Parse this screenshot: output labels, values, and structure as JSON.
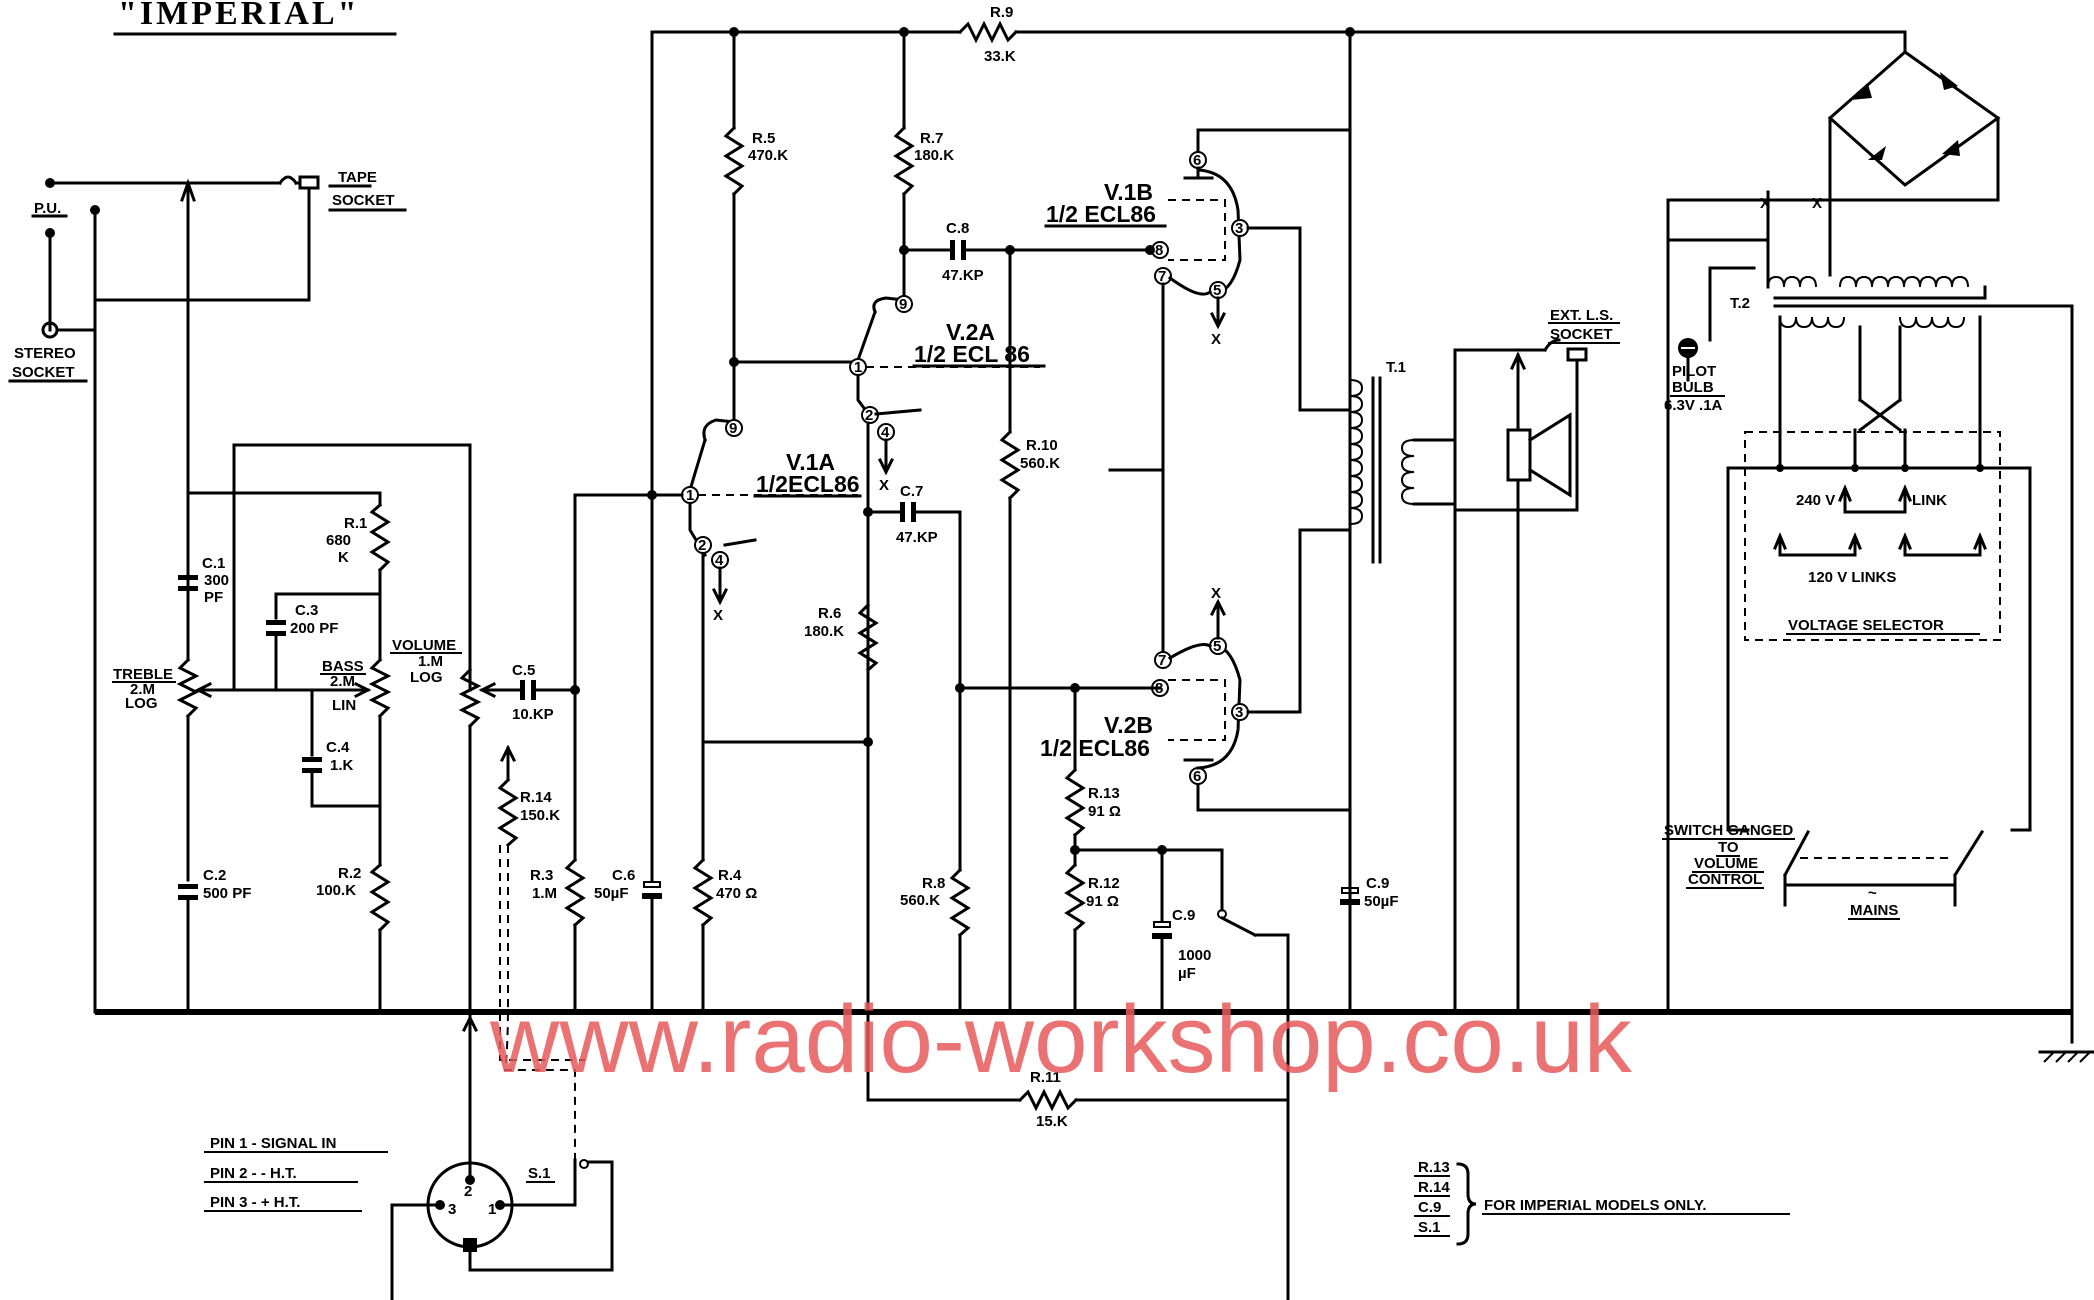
{
  "title": "\"IMPERIAL\"",
  "watermark": "www.radio-workshop.co.uk",
  "inputs": {
    "tape_socket_1": "TAPE",
    "tape_socket_2": "SOCKET",
    "pu": "P.U.",
    "stereo_1": "STEREO",
    "stereo_2": "SOCKET"
  },
  "controls": {
    "treble_1": "TREBLE",
    "treble_2": "2.M",
    "treble_3": "LOG",
    "bass_1": "BASS",
    "bass_2": "2.M",
    "bass_3": "LIN",
    "volume_1": "VOLUME",
    "volume_2": "1.M",
    "volume_3": "LOG"
  },
  "resistors": {
    "r1_name": "R.1",
    "r1_val_1": "680",
    "r1_val_2": "K",
    "r2_name": "R.2",
    "r2_val": "100.K",
    "r3_name": "R.3",
    "r3_val": "1.M",
    "r4_name": "R.4",
    "r4_val": "470 Ω",
    "r5_name": "R.5",
    "r5_val": "470.K",
    "r6_name": "R.6",
    "r6_val": "180.K",
    "r7_name": "R.7",
    "r7_val": "180.K",
    "r8_name": "R.8",
    "r8_val": "560.K",
    "r9_name": "R.9",
    "r9_val": "33.K",
    "r10_name": "R.10",
    "r10_val": "560.K",
    "r11_name": "R.11",
    "r11_val": "15.K",
    "r12_name": "R.12",
    "r12_val": "91 Ω",
    "r13_name": "R.13",
    "r13_val": "91 Ω",
    "r14_name": "R.14",
    "r14_val": "150.K"
  },
  "capacitors": {
    "c1_name": "C.1",
    "c1_val_1": "300",
    "c1_val_2": "PF",
    "c2_name": "C.2",
    "c2_val": "500 PF",
    "c3_name": "C.3",
    "c3_val": "200 PF",
    "c4_name": "C.4",
    "c4_val": "1.K",
    "c5_name": "C.5",
    "c5_val": "10.KP",
    "c6_name": "C.6",
    "c6_val": "50µF",
    "c7_name": "C.7",
    "c7_val": "47.KP",
    "c8_name": "C.8",
    "c8_val": "47.KP",
    "c9a_name": "C.9",
    "c9a_val_1": "1000",
    "c9a_val_2": "µF",
    "c9b_name": "C.9",
    "c9b_val": "50µF"
  },
  "valves": {
    "v1a_name": "V.1A",
    "v1a_type": "1/2ECL86",
    "v1b_name": "V.1B",
    "v1b_type": "1/2 ECL86",
    "v2a_name": "V.2A",
    "v2a_type": "1/2 ECL 86",
    "v2b_name": "V.2B",
    "v2b_type": "1/2 ECL86",
    "pins": [
      "9",
      "1",
      "2",
      "4",
      "9",
      "1",
      "2",
      "4",
      "6",
      "8",
      "3",
      "7",
      "5",
      "7",
      "5",
      "8",
      "3",
      "6"
    ],
    "x_mark": "X"
  },
  "output": {
    "t1": "T.1",
    "ext_ls_1": "EXT. L.S.",
    "ext_ls_2": "SOCKET"
  },
  "power": {
    "t2": "T.2",
    "pilot_1": "PILOT",
    "pilot_2": "BULB",
    "pilot_3": "6.3V .1A",
    "v240": "240 V",
    "link": "LINK",
    "links120": "120 V  LINKS",
    "voltage_selector": "VOLTAGE  SELECTOR",
    "switch_1": "SWITCH GANGED",
    "switch_2": "TO",
    "switch_3": "VOLUME",
    "switch_4": "CONTROL",
    "mains_symbol": "~",
    "mains": "MAINS"
  },
  "socket_pins": {
    "pin1": "PIN 1 - SIGNAL  IN",
    "pin2": "PIN 2 -  - H.T.",
    "pin3": "PIN 3 - + H.T.",
    "s1": "S.1",
    "p1": "1",
    "p2": "2",
    "p3": "3"
  },
  "imperial_note": {
    "items": [
      "R.13",
      "R.14",
      "C.9",
      "S.1"
    ],
    "text": "FOR  IMPERIAL  MODELS  ONLY."
  }
}
